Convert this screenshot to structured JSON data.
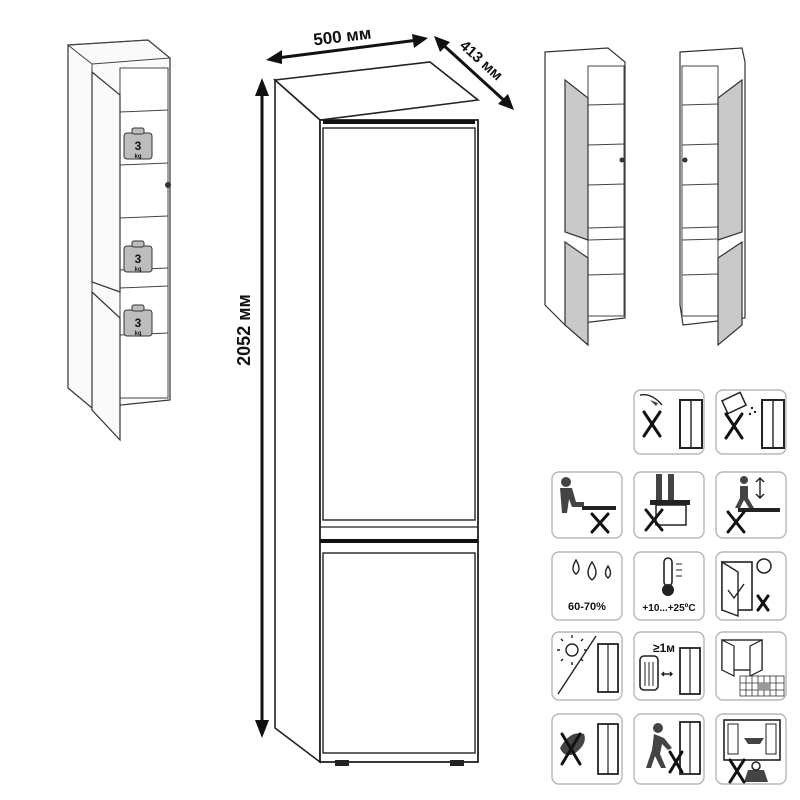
{
  "dimensions": {
    "width": "500 мм",
    "depth": "413 мм",
    "height": "2052 мм"
  },
  "load_labels": {
    "weight_value": "3",
    "weight_unit": "kg"
  },
  "icons": {
    "humidity": "60-70%",
    "temperature": "+10...+25ºC",
    "distance": "≥1м"
  },
  "colors": {
    "door_gray": "#c9c9c9",
    "tile_border": "#b7b7b7",
    "outline": "#222222"
  }
}
